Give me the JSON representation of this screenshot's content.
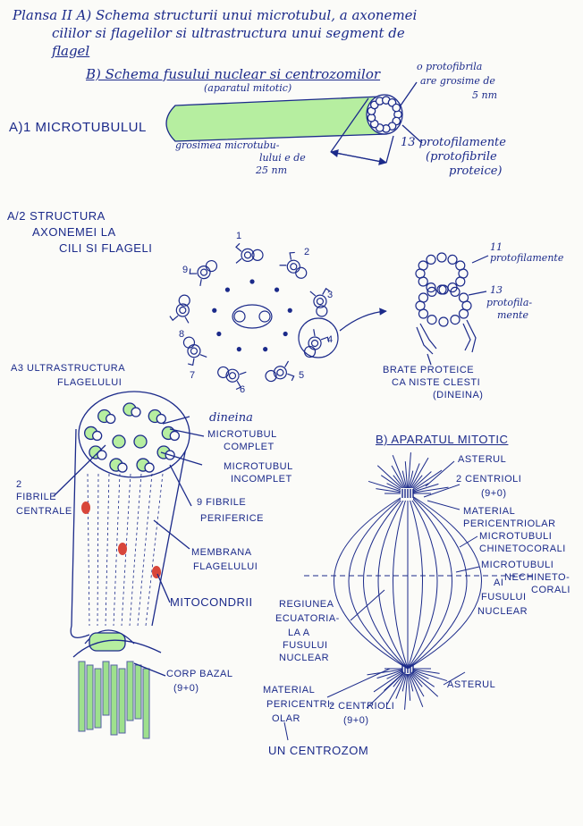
{
  "header": {
    "line1": "Plansa II  A) Schema structurii unui microtubul, a axonemei",
    "line2": "cililor si flagelilor si ultrastructura unui segment de",
    "line3": "flagel",
    "line4": "B) Schema fusului nuclear si centrozomilor",
    "line5": "(aparatul mitotic)"
  },
  "sectionA1": {
    "title": "A)1 MICROTUBULUL",
    "protofibril": "o protofibrila",
    "protofibril_thickness_1": "are grosime de",
    "protofibril_thickness_2": "5 nm",
    "protofilaments_1": "13 protofilamente",
    "protofilaments_2": "(protofibrile",
    "protofilaments_3": "proteice)",
    "thickness_1": "grosimea microtubu-",
    "thickness_2": "lului e de",
    "thickness_3": "25 nm"
  },
  "sectionA2": {
    "title_1": "A/2 STRUCTURA",
    "title_2": "AXONEMEI LA",
    "title_3": "CILI SI FLAGELI",
    "numbers": [
      "1",
      "2",
      "3",
      "4",
      "5",
      "6",
      "7",
      "8",
      "9"
    ],
    "protofilaments_11_1": "11",
    "protofilaments_11_2": "protofilamente",
    "protofilaments_13_1": "13",
    "protofilaments_13_2": "protofila-",
    "protofilaments_13_3": "mente",
    "arms_1": "BRATE PROTEICE",
    "arms_2": "CA NISTE CLESTI",
    "arms_3": "(DINEINA)"
  },
  "sectionA3": {
    "title_1": "A3 ULTRASTRUCTURA",
    "title_2": "FLAGELULUI",
    "dynein": "dineina",
    "complete_1": "MICROTUBUL",
    "complete_2": "COMPLET",
    "incomplete_1": "MICROTUBUL",
    "incomplete_2": "INCOMPLET",
    "central_1": "2",
    "central_2": "FIBRILE",
    "central_3": "CENTRALE",
    "peripheral_1": "9 FIBRILE",
    "peripheral_2": "PERIFERICE",
    "membrane_1": "MEMBRANA",
    "membrane_2": "FLAGELULUI",
    "mitochondria": "MITOCONDRII",
    "basal_1": "CORP BAZAL",
    "basal_2": "(9+0)"
  },
  "sectionB": {
    "title": "B) APARATUL MITOTIC",
    "aster_top": "ASTERUL",
    "centrioles_top_1": "2 CENTRIOLI",
    "centrioles_top_2": "(9+0)",
    "pericentriolar_top_1": "MATERIAL",
    "pericentriolar_top_2": "PERICENTRIOLAR",
    "chinetocoral_1": "MICROTUBULI",
    "chinetocoral_2": "CHINETOCORALI",
    "nonchinetocoral_1": "MICROTUBULI",
    "nonchinetocoral_2": "NECHINETO-",
    "nonchinetocoral_3": "CORALI",
    "fusului_1": "AI",
    "fusului_2": "FUSULUI",
    "fusului_3": "NUCLEAR",
    "equatorial_1": "REGIUNEA",
    "equatorial_2": "ECUATORIA-",
    "equatorial_3": "LA A",
    "equatorial_4": "FUSULUI",
    "equatorial_5": "NUCLEAR",
    "aster_bottom": "ASTERUL",
    "pericentriolar_bottom_1": "MATERIAL",
    "pericentriolar_bottom_2": "PERICENTRI-",
    "pericentriolar_bottom_3": "OLAR",
    "centrioles_bottom_1": "2 CENTRIOLI",
    "centrioles_bottom_2": "(9+0)",
    "centrozom": "UN CENTROZOM"
  },
  "colors": {
    "ink": "#1b2a8a",
    "green": "#7fd86a",
    "red": "#d8463a",
    "paper": "#fbfbf8"
  }
}
